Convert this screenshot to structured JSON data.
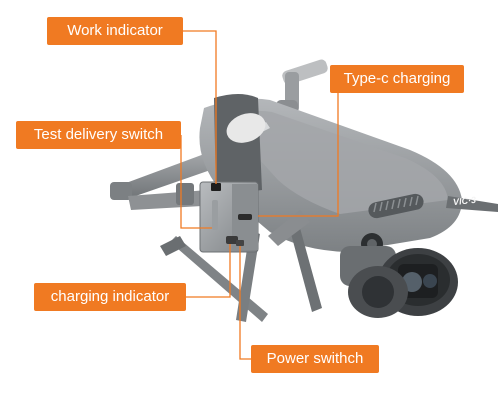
{
  "callouts": {
    "work_indicator": "Work indicator",
    "typec_charging": "Type-c charging",
    "test_delivery_switch": "Test delivery switch",
    "charging_indicator": "charging indicator",
    "power_switch": "Power swithch"
  },
  "drone": {
    "model_mark": "VIC·3"
  },
  "colors": {
    "callout_bg": "#f07a22",
    "leader_line": "#f07a22",
    "drone_body": "#8f9396"
  }
}
